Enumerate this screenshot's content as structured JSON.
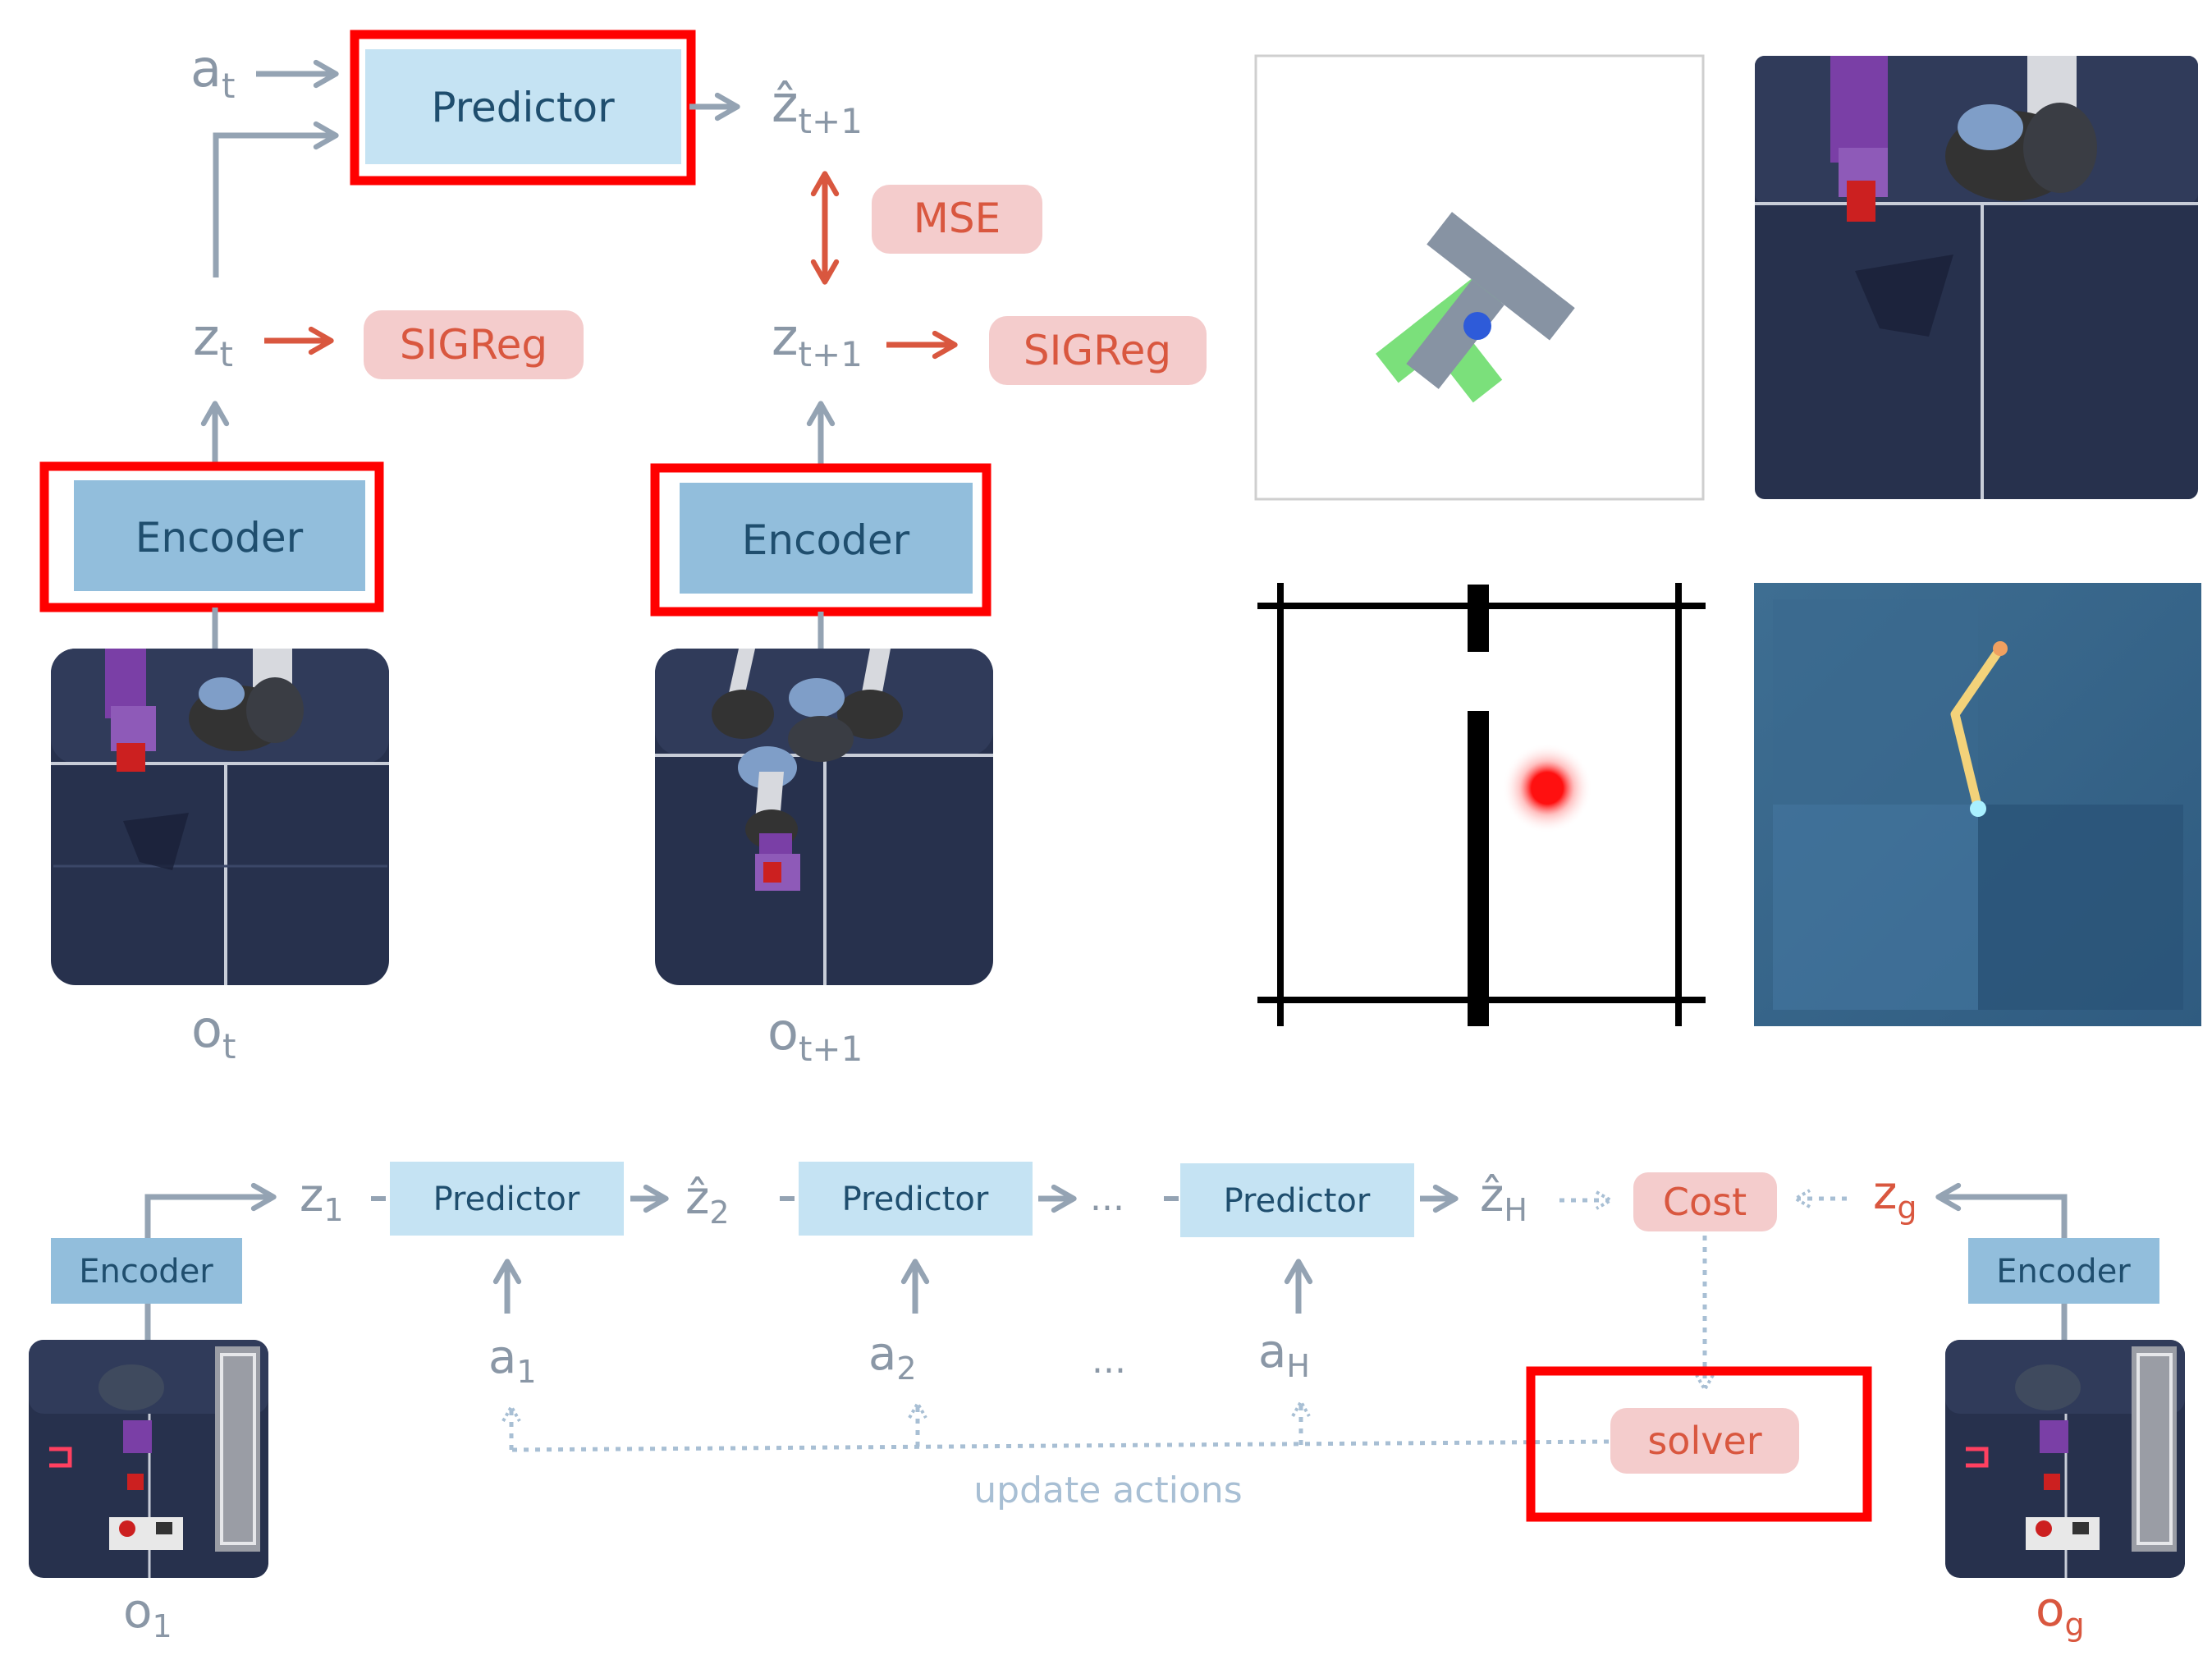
{
  "training": {
    "predictor": "Predictor",
    "encoder": "Encoder",
    "mse": "MSE",
    "sigreg": "SIGReg",
    "a_t": {
      "base": "a",
      "sub": "t"
    },
    "z_t": {
      "base": "z",
      "sub": "t"
    },
    "zhat_next": {
      "base": "ẑ",
      "sub": "t+1"
    },
    "z_next": {
      "base": "z",
      "sub": "t+1"
    },
    "o_t": {
      "base": "o",
      "sub": "t"
    },
    "o_next": {
      "base": "o",
      "sub": "t+1"
    }
  },
  "planning": {
    "encoder": "Encoder",
    "predictor": "Predictor",
    "cost": "Cost",
    "solver": "solver",
    "update_actions": "update actions",
    "ellipsis": "...",
    "z_1": {
      "base": "z",
      "sub": "1"
    },
    "zhat_2": {
      "base": "ẑ",
      "sub": "2"
    },
    "zhat_H": {
      "base": "ẑ",
      "sub": "H"
    },
    "z_g": {
      "base": "z",
      "sub": "g"
    },
    "a_1": {
      "base": "a",
      "sub": "1"
    },
    "a_2": {
      "base": "a",
      "sub": "2"
    },
    "a_H": {
      "base": "a",
      "sub": "H"
    },
    "o_1": {
      "base": "o",
      "sub": "1"
    },
    "o_g": {
      "base": "o",
      "sub": "g"
    }
  },
  "colors": {
    "predictor_fill": "#c5e3f3",
    "encoder_fill": "#92bedc",
    "encoder_text": "#1f4e6e",
    "loss_fill": "#f4cccc",
    "loss_text": "#d9573f",
    "arrow_gray": "#94a3b3",
    "arrow_red": "#d9573f",
    "highlight": "#ff0000",
    "robot_floor": "#27314d"
  }
}
